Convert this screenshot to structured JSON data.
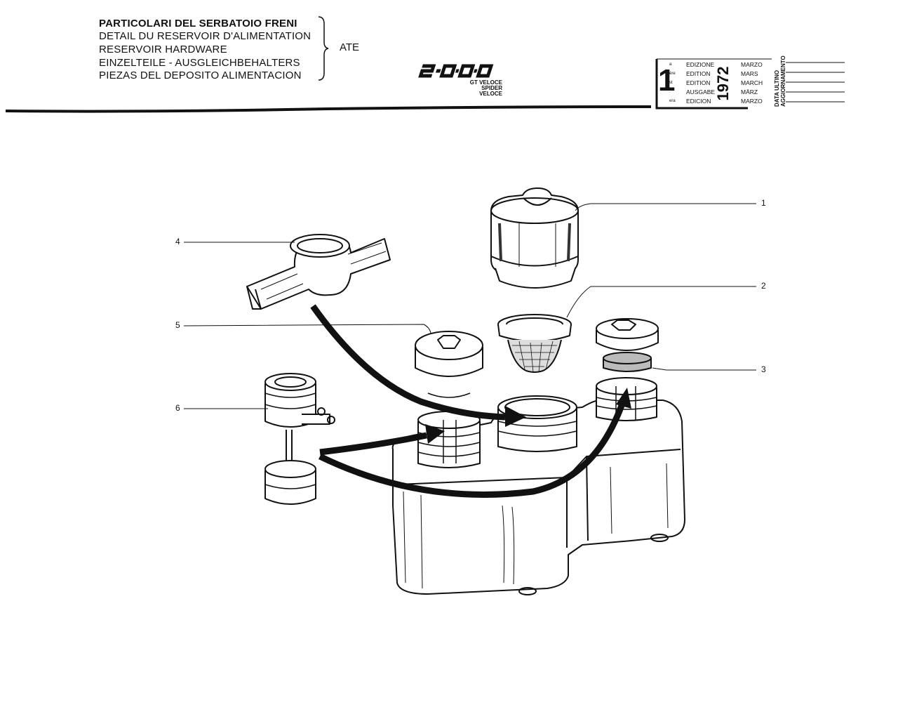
{
  "header": {
    "title_lines": [
      "PARTICOLARI DEL SERBATOIO FRENI",
      "DETAIL DU RESERVOIR D'ALIMENTATION",
      "RESERVOIR HARDWARE",
      "EINZELTEILE - AUSGLEICHBEHALTERS",
      "PIEZAS DEL DEPOSITO ALIMENTACION"
    ],
    "brand": "ATE",
    "model_logo": "2000",
    "model_lines": [
      "GT VELOCE",
      "SPIDER VELOCE"
    ]
  },
  "edition": {
    "number": "1",
    "year": "1972",
    "suffixes": [
      "a",
      "ère",
      "st",
      ".",
      "era"
    ],
    "labels": [
      "EDIZIONE",
      "EDITION",
      "EDITION",
      "AUSGABE",
      "EDICION"
    ],
    "months": [
      "MARZO",
      "MARS",
      "MARCH",
      "MÄRZ",
      "MARZO"
    ],
    "update_label_1": "DATA ULTINO",
    "update_label_2": "AGGIORNAMENTO"
  },
  "callouts": [
    "1",
    "2",
    "3",
    "4",
    "5",
    "6"
  ]
}
